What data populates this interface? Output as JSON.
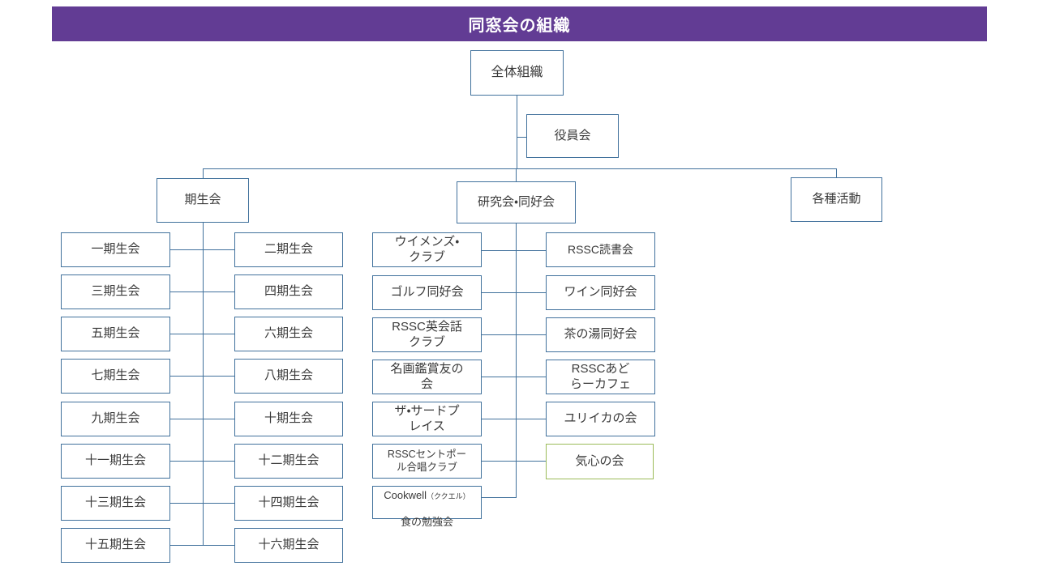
{
  "title": "同窓会の組織",
  "colors": {
    "header_bg": "#623C94",
    "box_border": "#41719C",
    "highlight_border": "#9BBB59",
    "text": "#3a3a3a",
    "title_text": "#ffffff"
  },
  "root": {
    "label": "全体組織"
  },
  "board": {
    "label": "役員会"
  },
  "branches": {
    "kiseikai": {
      "label": "期生会"
    },
    "kenkyukai": {
      "label": "研究会・同好会"
    },
    "katsudo": {
      "label": "各種活動"
    }
  },
  "kiseikai_rows": [
    {
      "left": "一期生会",
      "right": "二期生会"
    },
    {
      "left": "三期生会",
      "right": "四期生会"
    },
    {
      "left": "五期生会",
      "right": "六期生会"
    },
    {
      "left": "七期生会",
      "right": "八期生会"
    },
    {
      "left": "九期生会",
      "right": "十期生会"
    },
    {
      "left": "十一期生会",
      "right": "十二期生会"
    },
    {
      "left": "十三期生会",
      "right": "十四期生会"
    },
    {
      "left": "十五期生会",
      "right": "十六期生会"
    }
  ],
  "kenkyukai_rows": [
    {
      "left": "ウイメンズ・\nクラブ",
      "right": "RSSC読書会"
    },
    {
      "left": "ゴルフ同好会",
      "right": "ワイン同好会"
    },
    {
      "left": "RSSC英会話\nクラブ",
      "right": "茶の湯同好会"
    },
    {
      "left": "名画鑑賞友の\n会",
      "right": "RSSCあど\nらーカフェ"
    },
    {
      "left": "ザ・サードプ\nレイス",
      "right": "ユリイカの会"
    },
    {
      "left": "RSSCセントポー\nル合唱クラブ",
      "right": "気心の会"
    }
  ],
  "cookwell": {
    "name": "Cookwell",
    "kana": "（ククエル）",
    "line2": "食の勉強会"
  }
}
